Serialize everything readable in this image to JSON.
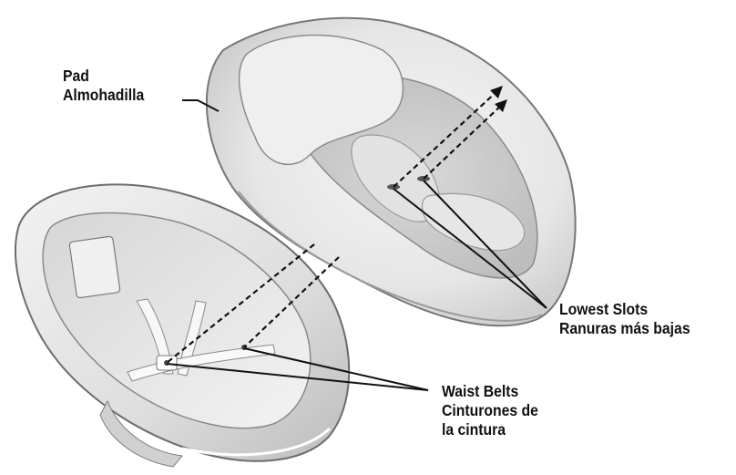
{
  "labels": {
    "pad": {
      "en": "Pad",
      "es": "Almohadilla"
    },
    "lowest_slots": {
      "en": "Lowest Slots",
      "es": "Ranuras más bajas"
    },
    "waist_belts": {
      "en": "Waist Belts",
      "es_line1": "Cinturones de",
      "es_line2": "la cintura"
    }
  },
  "parts": {
    "pad_icon": "plush-seat-pad",
    "seat_icon": "plastic-seat-shell"
  },
  "colors": {
    "line": "#111111",
    "pad_fill": "#e9e9e9",
    "shell_fill": "#e4e4e4"
  }
}
